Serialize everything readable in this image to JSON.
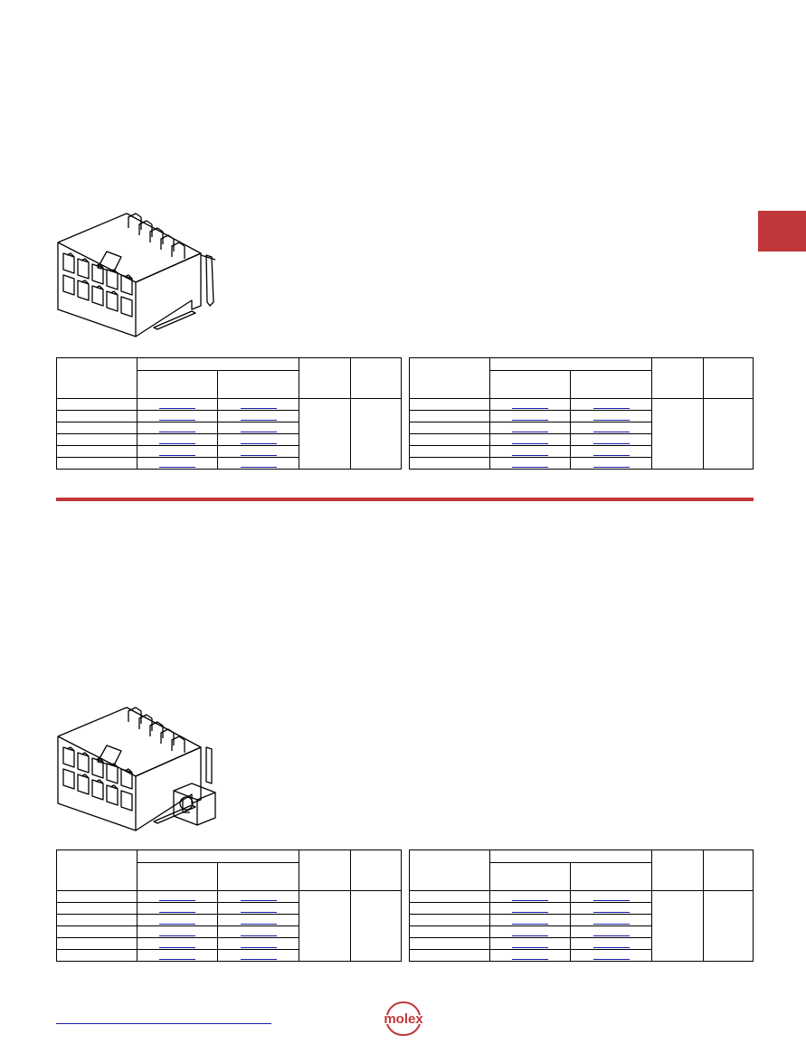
{
  "brand": {
    "name": "molex",
    "accent_color": "#c1373a",
    "link_color": "#1a1aa8"
  },
  "sections": [
    {
      "id": "upper",
      "illustration": "right-angle-10-circuit-header-icon"
    },
    {
      "id": "lower",
      "illustration": "right-angle-10-circuit-header-with-peg-icon"
    }
  ],
  "footer": {
    "logo_text": "molex"
  }
}
